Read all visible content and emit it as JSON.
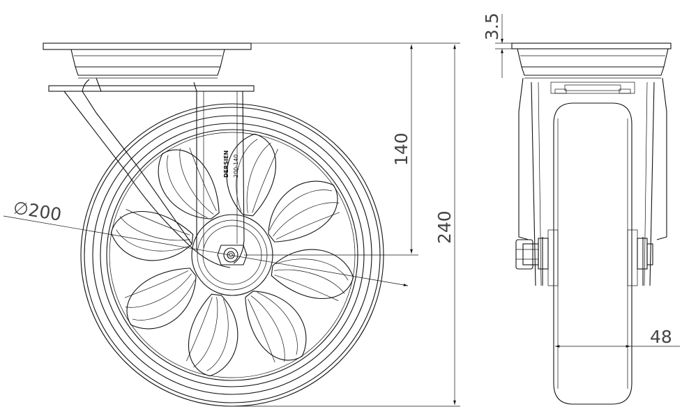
{
  "dimensions": {
    "diameter_symbol": "∅",
    "diameter": "200",
    "swivel_height": "140",
    "total_height": "240",
    "plate_thickness": "3.5",
    "wheel_width": "48"
  },
  "bracket_marking": {
    "brand": "DERSIEN",
    "model": "200-140"
  },
  "colors": {
    "line": "#111111",
    "dimension_text": "#444444",
    "background": "#ffffff"
  }
}
